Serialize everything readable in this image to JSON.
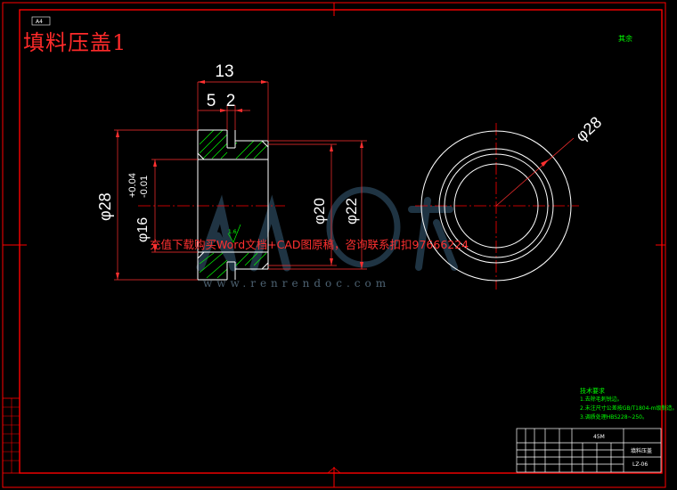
{
  "title": "填料压盖1",
  "sheet_size": "A4",
  "top_right_tag": "其余",
  "roughness_value": "1.6",
  "dimensions": {
    "total_length": "13",
    "flange_a": "5",
    "flange_b": "2",
    "outer_dia_left": "φ28",
    "bore_dia": "φ16",
    "bore_tol_upper": "+0.04",
    "bore_tol_lower": "-0.01",
    "dia_20": "φ20",
    "dia_22": "φ22",
    "outer_dia_right": "φ28"
  },
  "promo_text": "充值下载购买Word文档+CAD图原稿，咨询联系扣扣97666224",
  "watermark_url": "www.renrendoc.com",
  "tech_requirements": {
    "heading": "技术要求",
    "lines": [
      "1.去除毛刺锐边。",
      "2.未注尺寸公差按GB/T1804-m级制造。",
      "3.调质处理HBS228~250。"
    ]
  },
  "title_block": {
    "material": "45M",
    "part_name": "填料压盖",
    "drawing_no": "LZ-06"
  },
  "colors": {
    "frame": "#ff0000",
    "outline": "#ffffff",
    "dim_line": "#ff3030",
    "hatch": "#00ff00",
    "center": "#ff0000"
  }
}
